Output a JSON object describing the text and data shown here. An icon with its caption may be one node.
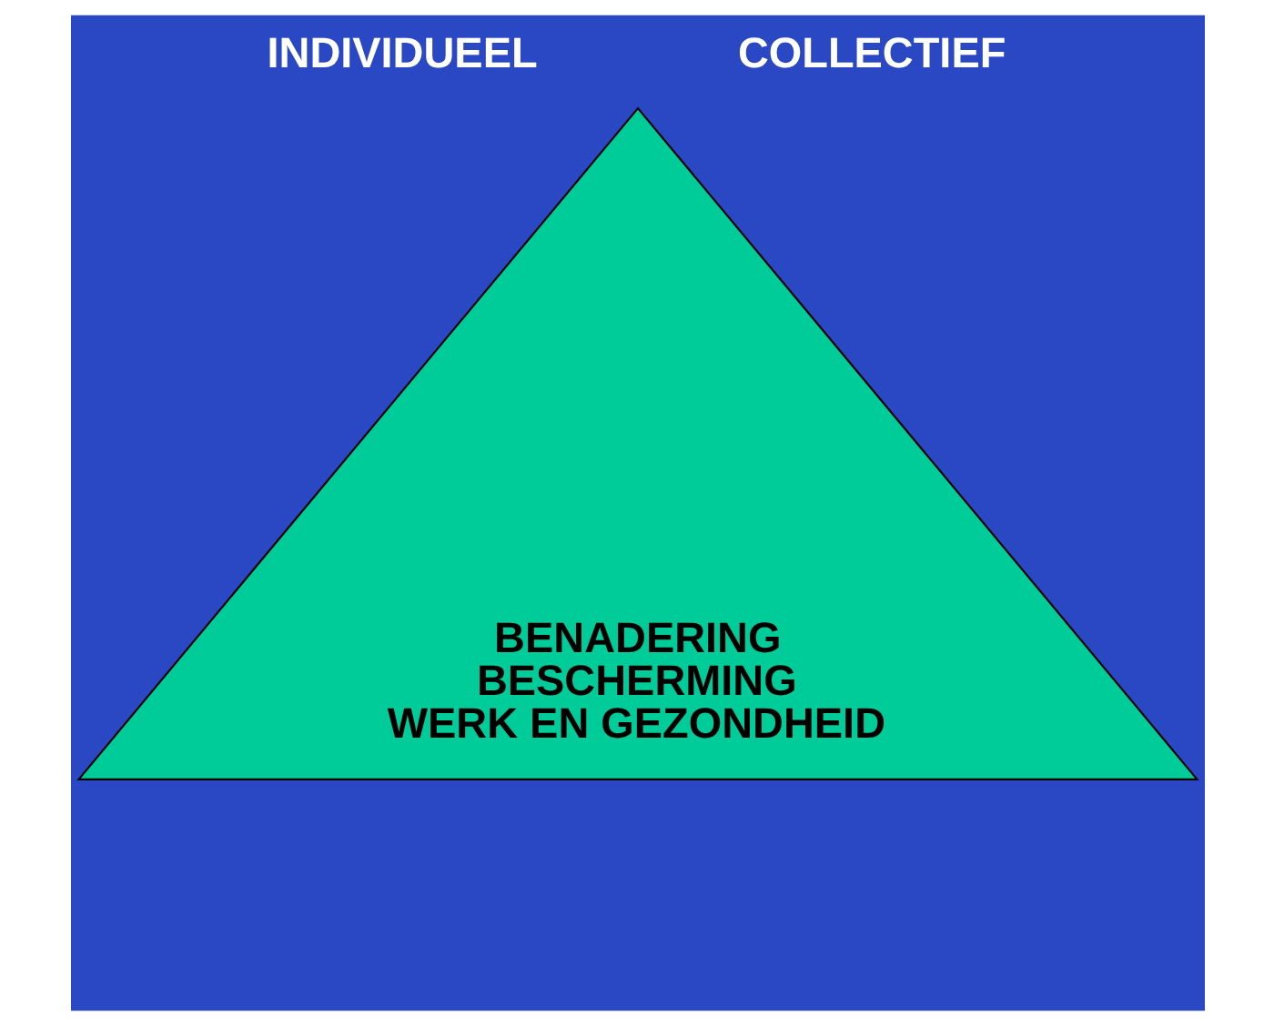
{
  "diagram": {
    "nodes": [
      {
        "text": [
          "BENADERING",
          "BESCHERMING",
          "WERK EN GEZONDHEID"
        ]
      }
    ],
    "labels": [
      "INDIVIDUEEL",
      "COLLECTIEF"
    ]
  }
}
